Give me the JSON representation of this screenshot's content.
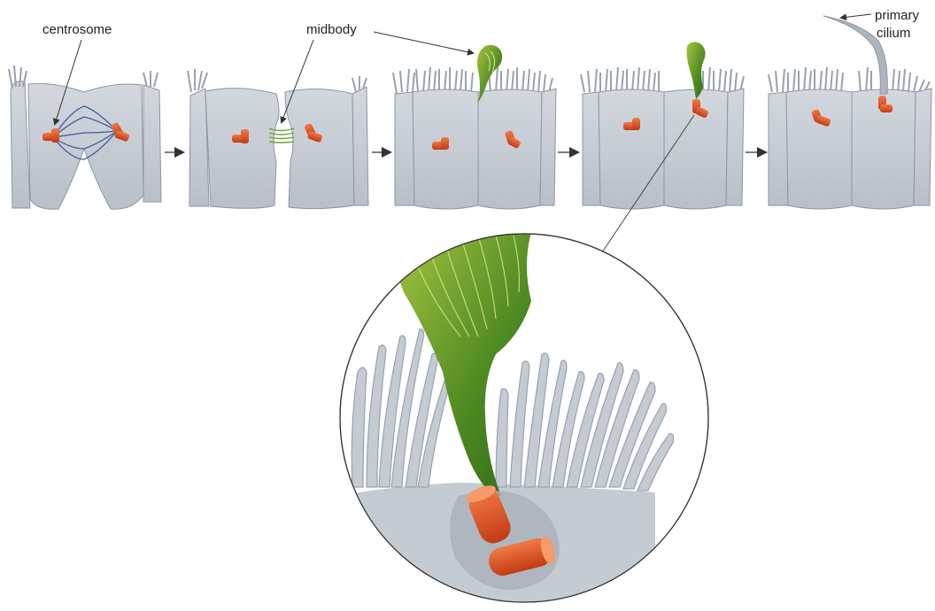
{
  "labels": {
    "centrosome": "centrosome",
    "midbody": "midbody",
    "primary_line1": "primary",
    "primary_line2": "cilium"
  },
  "colors": {
    "cell_fill": "#c9ced6",
    "cell_stroke": "#8e96a3",
    "centriole": "#e0522a",
    "centriole_dark": "#b63a1a",
    "midbody_green": "#4f8a22",
    "midbody_light": "#a6c640",
    "spindle": "#3a5f96",
    "arrow": "#555555"
  }
}
